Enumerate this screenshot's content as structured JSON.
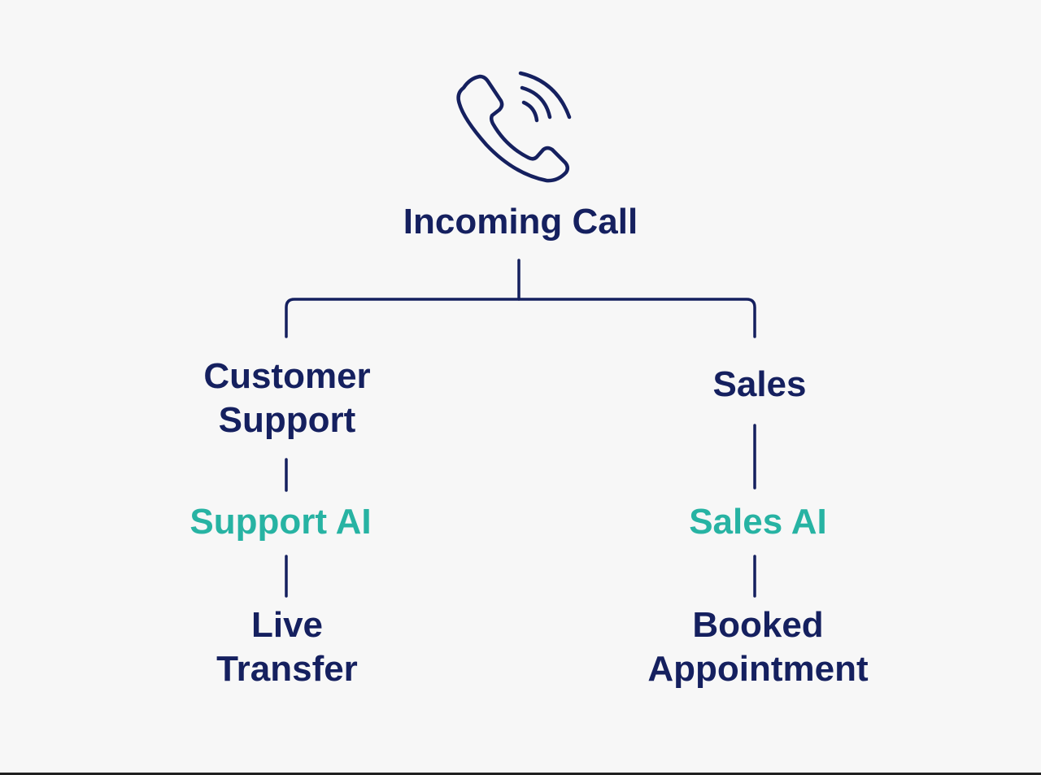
{
  "diagram": {
    "root": {
      "icon": "phone-ringing-icon",
      "label": "Incoming Call"
    },
    "branches": [
      {
        "department_lines": [
          "Customer",
          "Support"
        ],
        "ai_label": "Support AI",
        "outcome_lines": [
          "Live",
          "Transfer"
        ]
      },
      {
        "department_lines": [
          "Sales"
        ],
        "ai_label": "Sales AI",
        "outcome_lines": [
          "Booked",
          "Appointment"
        ]
      }
    ]
  },
  "colors": {
    "background": "#f7f7f7",
    "primary_text": "#15205f",
    "ai_text": "#27b3a3",
    "connector": "#15205f"
  }
}
